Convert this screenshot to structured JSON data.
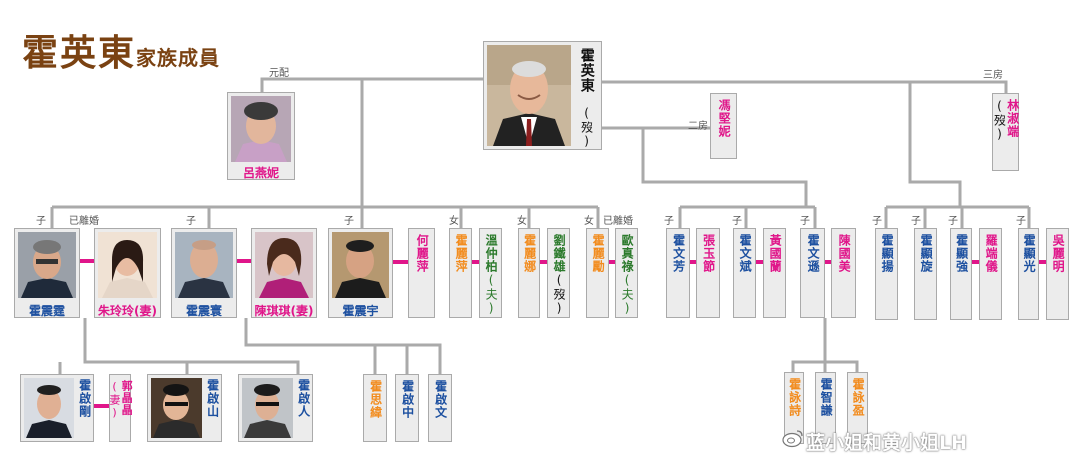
{
  "title": {
    "main": "霍英東",
    "sub": "家族成員"
  },
  "labels": {
    "first_wife": "元配",
    "second_wife": "二房",
    "third_wife": "三房",
    "son": "子",
    "daughter": "女",
    "divorced": "已離婚",
    "wife_tag": "(妻)",
    "husband_tag": "(夫)",
    "deceased_tag": "(歿)"
  },
  "patriarch": {
    "name": "霍英東",
    "tag": "(歿)"
  },
  "wives": {
    "first": "呂燕妮",
    "second": "馮堅妮",
    "third": "林淑端",
    "third_tag": "(歿)"
  },
  "children": {
    "zhenting": "霍震霆",
    "zhuling": "朱玲玲",
    "zhenhuan": "霍震寰",
    "chenqiqi": "陳琪琪",
    "zhenyu": "霍震宇",
    "heliping": "何麗萍",
    "liping": "霍麗萍",
    "wenzhongbo": "溫仲柏",
    "lina": "霍麗娜",
    "liutiexiong": "劉鐵雄",
    "lili": "霍麗勵",
    "ouzhenlu": "歐真祿",
    "wenfang": "霍文芳",
    "zhangyujie": "張玉節",
    "wenbin": "霍文斌",
    "huangguolan": "黃國蘭",
    "wenxun": "霍文遜",
    "chenguomei": "陳國美",
    "xianyang": "霍顯揚",
    "xianxuan": "霍顯旋",
    "xianqiang": "霍顯強",
    "luoduanyi": "羅端儀",
    "xianguang": "霍顯光",
    "wuliming": "吳麗明"
  },
  "grandchildren": {
    "qigang": "霍啟剛",
    "guojingjing": "郭晶晶",
    "qishan": "霍啟山",
    "qiren": "霍啟人",
    "siwei": "霍思緯",
    "qizhong": "霍啟中",
    "qiwen": "霍啟文",
    "yongshi": "霍詠詩",
    "zhiqian": "霍智謙",
    "yongying": "霍詠盈"
  },
  "watermark": "蓝小姐和黄小姐LH",
  "colors": {
    "male": "#1d50a0",
    "female": "#e0168a",
    "in_law_m": "#2c7a2c",
    "daughter": "#f28c1e",
    "line": "#aaaaaa",
    "marriage": "#e0168a",
    "title": "#7a4212"
  }
}
